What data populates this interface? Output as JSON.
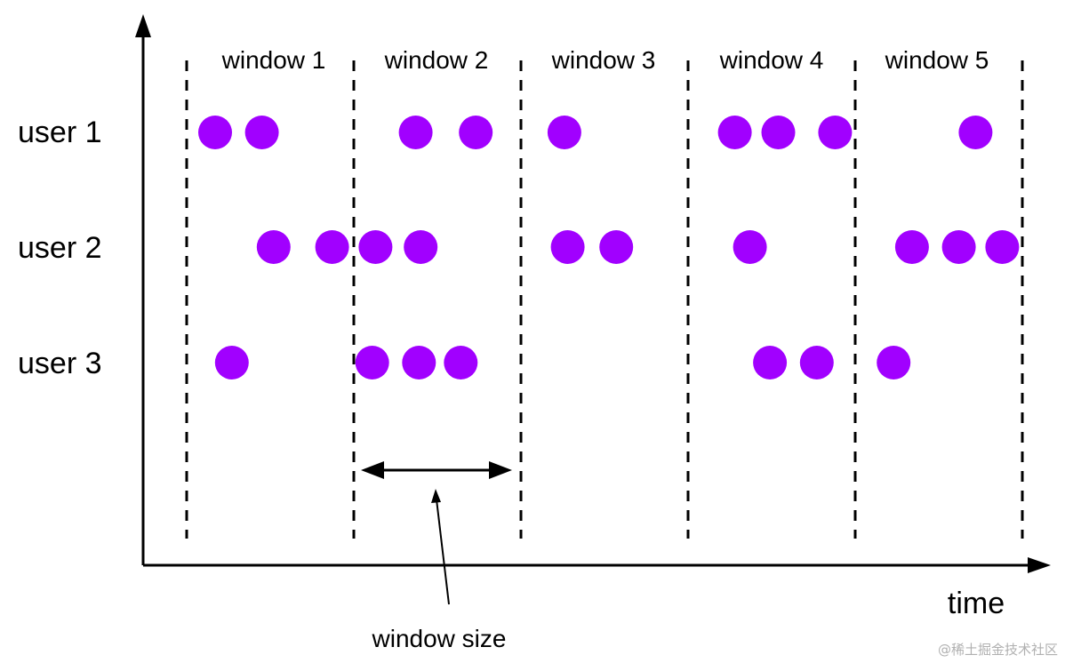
{
  "windows": [
    "window 1",
    "window 2",
    "window 3",
    "window 4",
    "window 5"
  ],
  "users": [
    "user 1",
    "user 2",
    "user 3"
  ],
  "x_axis_label": "time",
  "window_size_label": "window size",
  "watermark": "@稀土掘金技术社区",
  "event_color": "#a100ff",
  "events": {
    "user 1": [
      0.17,
      0.45,
      1.37,
      1.73,
      2.26,
      3.28,
      3.54,
      3.88,
      4.72
    ],
    "user 2": [
      0.52,
      0.87,
      1.13,
      1.4,
      2.28,
      2.57,
      3.37,
      4.34,
      4.62,
      4.88
    ],
    "user 3": [
      0.27,
      1.11,
      1.39,
      1.64,
      3.49,
      3.77,
      4.23
    ]
  }
}
